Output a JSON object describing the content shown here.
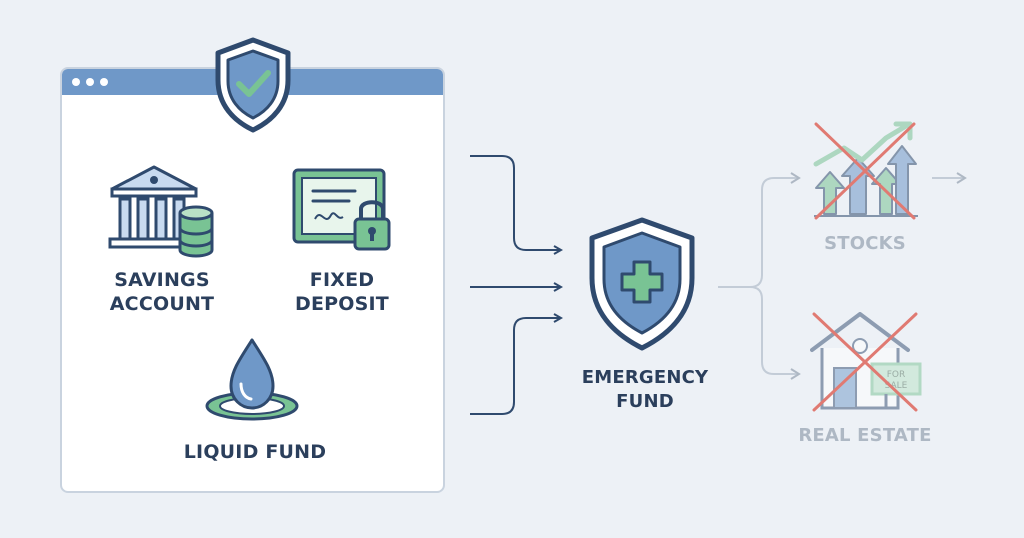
{
  "sources": [
    {
      "label": "SAVINGS\nACCOUNT",
      "icon": "bank-with-coins-icon"
    },
    {
      "label": "FIXED\nDEPOSIT",
      "icon": "certificate-with-lock-icon"
    },
    {
      "label": "LIQUID FUND",
      "icon": "water-drop-icon"
    }
  ],
  "target": {
    "label": "EMERGENCY\nFUND",
    "icon": "shield-plus-icon"
  },
  "excluded": [
    {
      "label": "STOCKS",
      "icon": "stock-chart-icon"
    },
    {
      "label": "REAL ESTATE",
      "icon": "house-for-sale-icon",
      "sign_text": "FOR SALE"
    }
  ],
  "colors": {
    "navy": "#2f4a6e",
    "blue": "#6f98c8",
    "green": "#79c394",
    "red": "#e07a72",
    "faded": "#aeb8c4"
  }
}
